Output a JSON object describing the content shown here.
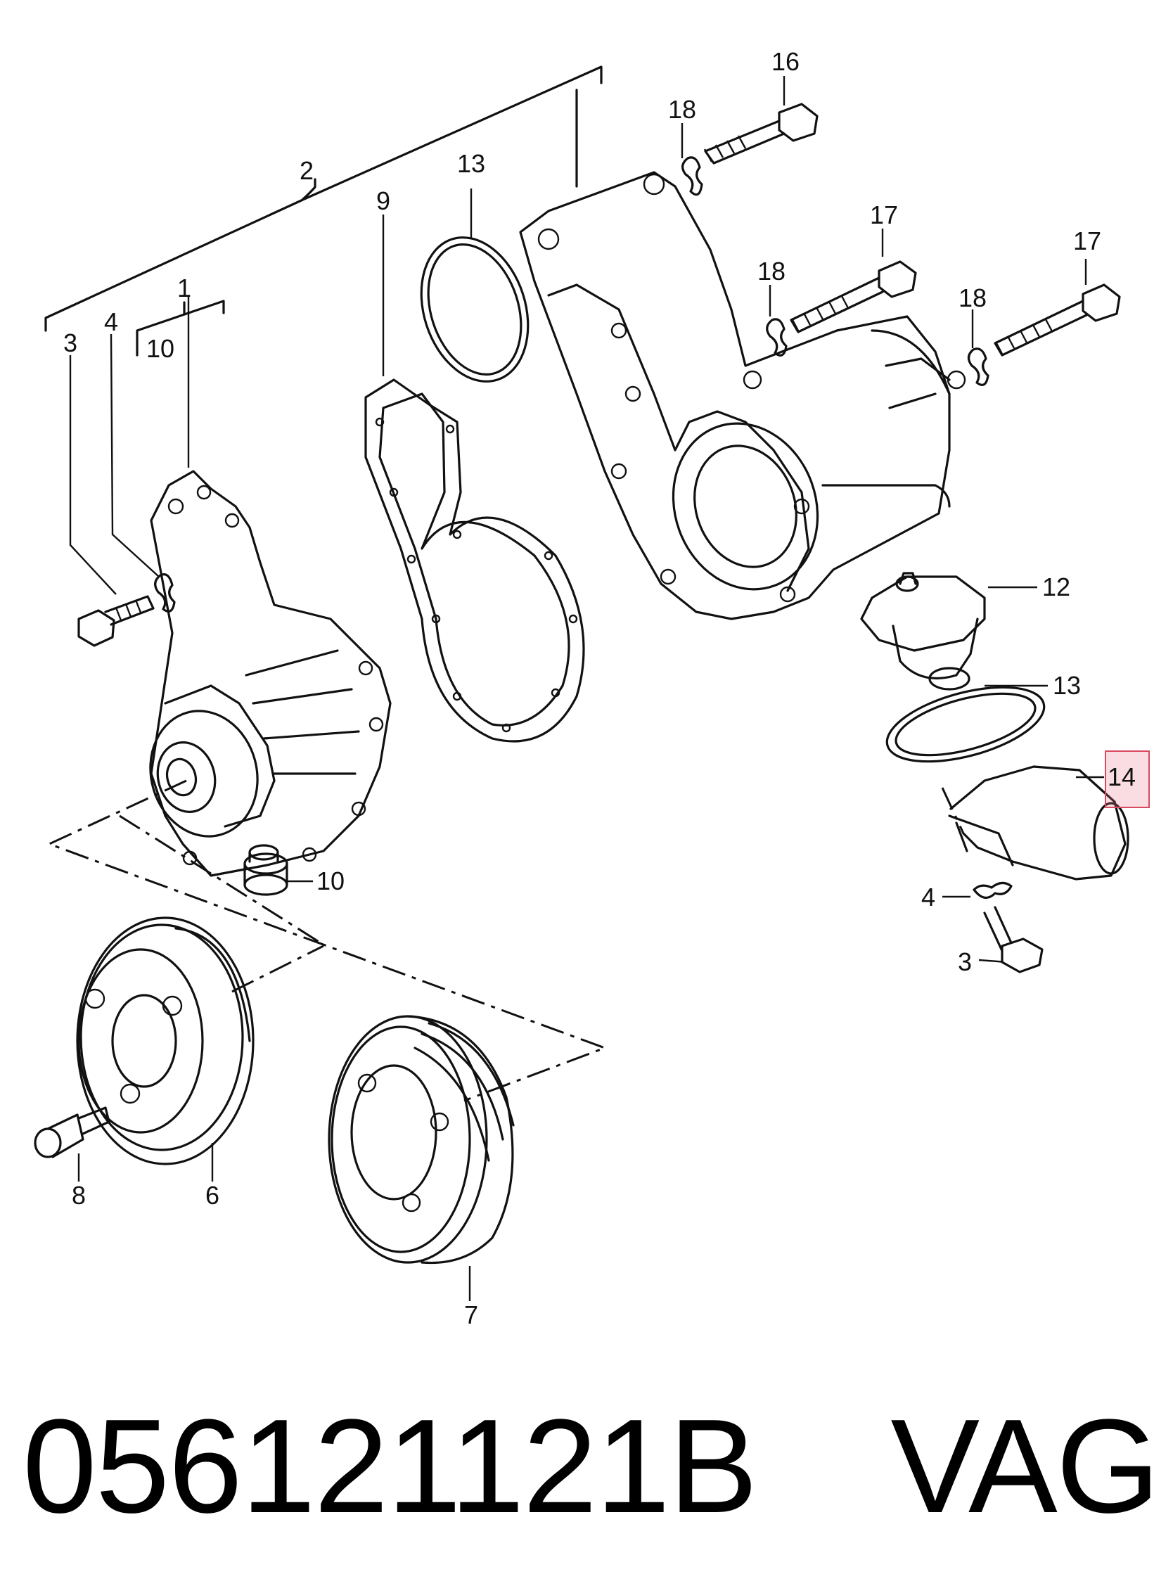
{
  "callouts": {
    "c1": "1",
    "c2": "2",
    "c3a": "3",
    "c3b": "3",
    "c4a": "4",
    "c4b": "4",
    "c6": "6",
    "c7": "7",
    "c8": "8",
    "c9": "9",
    "c10a": "10",
    "c10b": "10",
    "c12": "12",
    "c13a": "13",
    "c13b": "13",
    "c14": "14",
    "c16": "16",
    "c17a": "17",
    "c17b": "17",
    "c18a": "18",
    "c18b": "18",
    "c18c": "18"
  },
  "highlight": {
    "callout": "14",
    "color": "#d84a62"
  },
  "footer": {
    "part_number": "056121121B",
    "brand": "VAG"
  }
}
